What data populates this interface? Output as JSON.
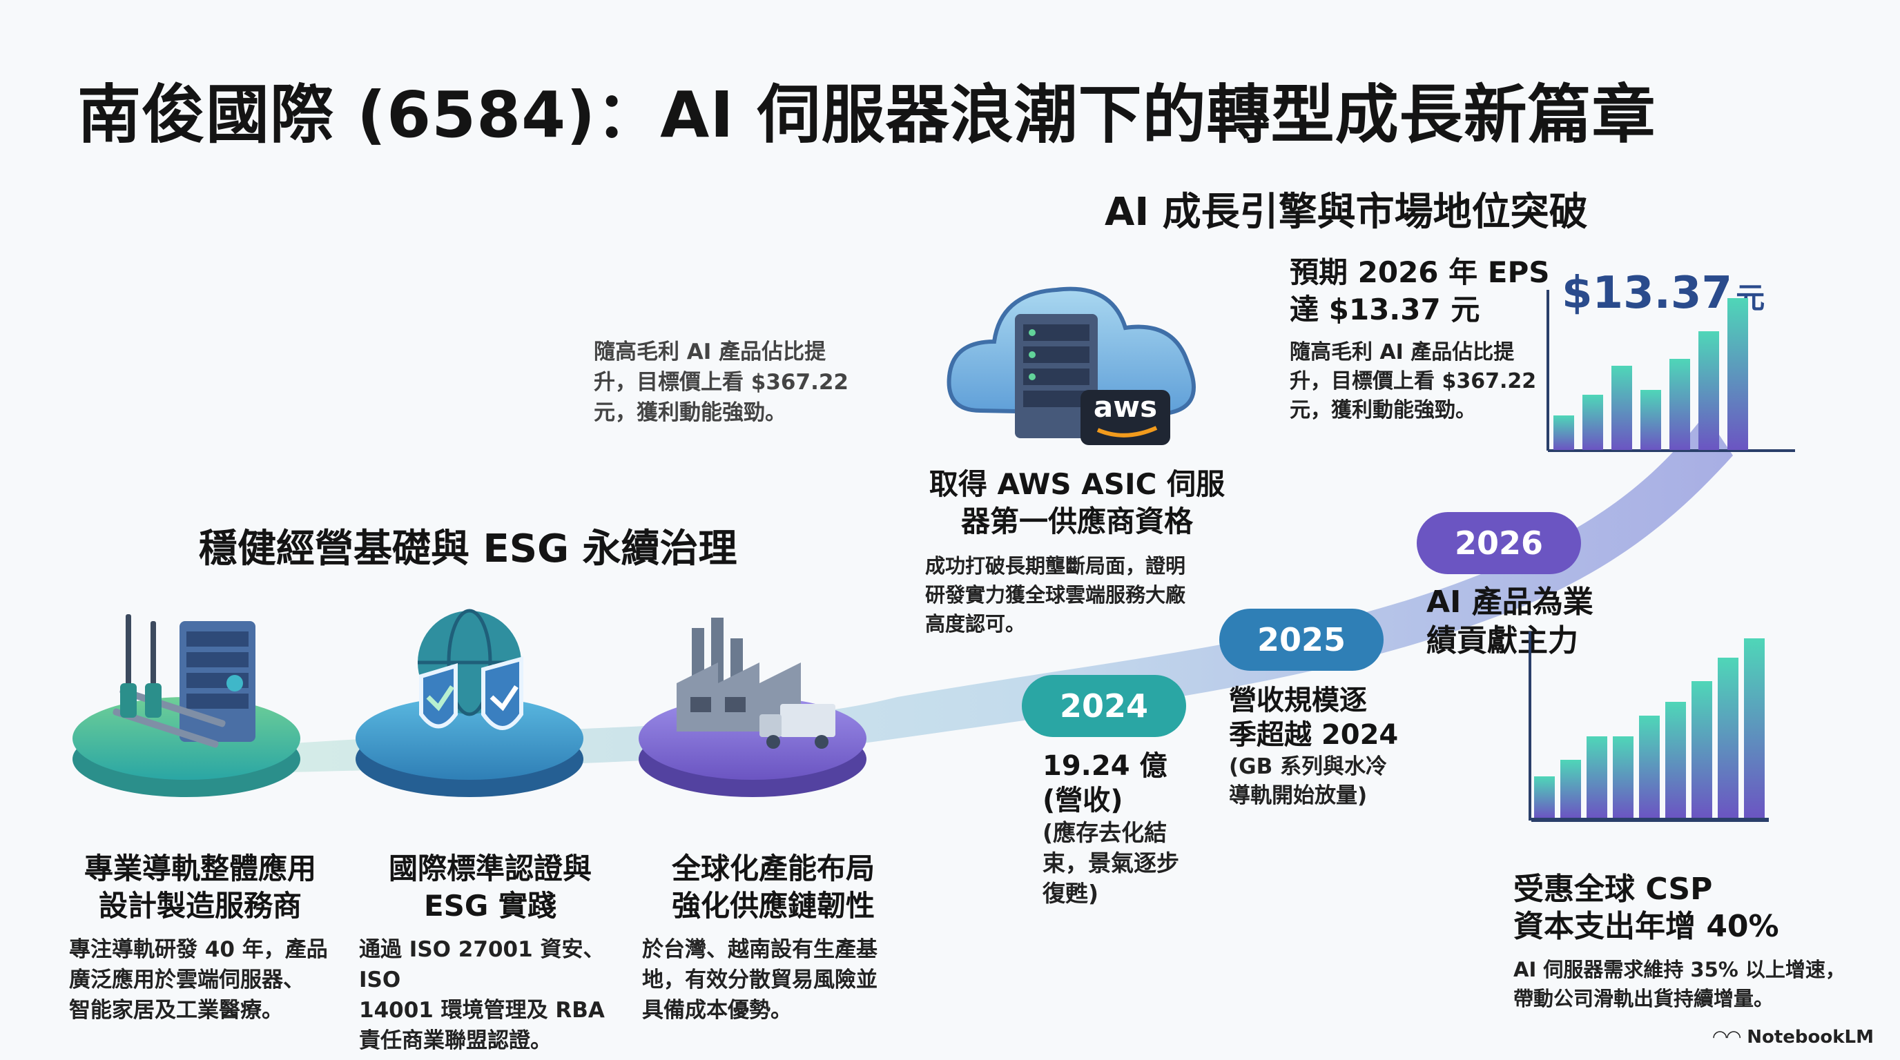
{
  "title": "南俊國際 (6584)：AI 伺服器浪潮下的轉型成長新篇章",
  "left_section": {
    "title": "穩健經營基礎與 ESG 永續治理",
    "floating_note": "隨高毛利 AI 產品佔比提升，目標價上看 $367.22 元，獲利動能強勁。",
    "floating_note_lines": [
      "隨高毛利 AI 產品佔比提",
      "升，目標價上看 $367.22",
      "元，獲利動能強勁。"
    ],
    "cards": [
      {
        "icon": "rail-server-icon",
        "title_lines": [
          "專業導軌整體應用",
          "設計製造服務商"
        ],
        "body_lines": [
          "專注導軌研發 40 年，產品",
          "廣泛應用於雲端伺服器、",
          "智能家居及工業醫療。"
        ]
      },
      {
        "icon": "globe-shield-icon",
        "title_lines": [
          "國際標準認證與",
          "ESG 實踐"
        ],
        "body_lines": [
          "通過 ISO 27001 資安、ISO",
          "14001  環境管理及  RBA",
          "責任商業聯盟認證。"
        ]
      },
      {
        "icon": "factory-truck-icon",
        "title_lines": [
          "全球化產能布局",
          "強化供應鏈韌性"
        ],
        "body_lines": [
          "於台灣、越南設有生產基",
          "地，有效分散貿易風險並",
          "具備成本優勢。"
        ]
      }
    ]
  },
  "right_section": {
    "title": "AI 成長引擎與市場地位突破",
    "aws": {
      "badge": "aws",
      "title_lines": [
        "取得 AWS ASIC 伺服",
        "器第一供應商資格"
      ],
      "body_lines": [
        "成功打破長期壟斷局面，證明",
        "研發實力獲全球雲端服務大廠",
        "高度認可。"
      ]
    },
    "eps": {
      "title_lines": [
        "預期 2026 年 EPS",
        "達 $13.37 元"
      ],
      "body_lines": [
        "隨高毛利 AI 產品佔比提",
        "升，目標價上看 $367.22",
        "元，獲利動能強勁。"
      ],
      "value": "$13.37",
      "unit": "元"
    },
    "timeline": [
      {
        "year": "2024",
        "lines": [
          "19.24 億",
          "(營收)",
          "(應存去化結",
          "束，景氣逐步",
          "復甦)"
        ]
      },
      {
        "year": "2025",
        "lines": [
          "營收規模逐",
          "季超越 2024",
          "(GB 系列與水冷",
          "導軌開始放量)"
        ]
      },
      {
        "year": "2026",
        "lines": [
          "AI 產品為業",
          "績貢獻主力"
        ]
      }
    ],
    "csp": {
      "title_lines": [
        "受惠全球 CSP",
        "資本支出年增 40%"
      ],
      "body_lines": [
        "AI 伺服器需求維持 35% 以上增速，",
        "帶動公司滑軌出貨持續增量。"
      ]
    }
  },
  "brand": "NotebookLM",
  "colors": {
    "teal": "#2aa6a4",
    "blue": "#2f7fb6",
    "purple": "#6b55c2",
    "navy": "#2a4b8c"
  }
}
